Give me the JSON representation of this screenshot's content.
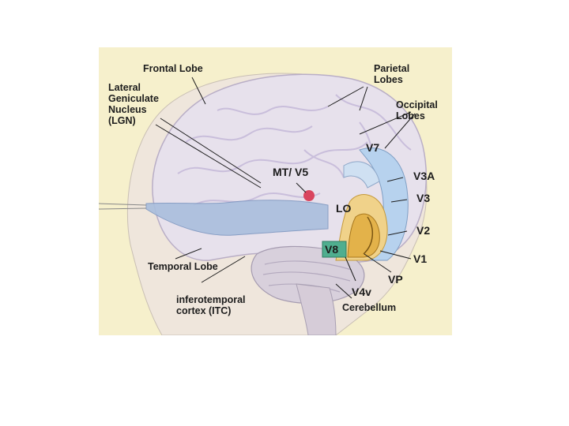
{
  "labels": {
    "frontal_lobe": "Frontal Lobe",
    "lgn": "Lateral\nGeniculate\nNucleus\n(LGN)",
    "parietal_lobes": "Parietal\nLobes",
    "occipital_lobes": "Occipital\nLobes",
    "v7": "V7",
    "mt_v5": "MT/ V5",
    "v3a": "V3A",
    "v3": "V3",
    "lo": "LO",
    "v2": "V2",
    "v8": "V8",
    "v1": "V1",
    "vp": "VP",
    "v4v": "V4v",
    "temporal_lobe": "Temporal Lobe",
    "itc": "inferotemporal\ncortex (ITC)",
    "cerebellum": "Cerebellum"
  },
  "colors": {
    "background": "#f6f0cc",
    "brain": "#e7e1ec",
    "head": "#efe6dc",
    "v1": "#e3b24a",
    "v2": "#f0d28a",
    "v3": "#b7d2ee",
    "v8": "#4fae8f",
    "mt": "#d9445e",
    "optic_pathway": "#a9bedd"
  }
}
